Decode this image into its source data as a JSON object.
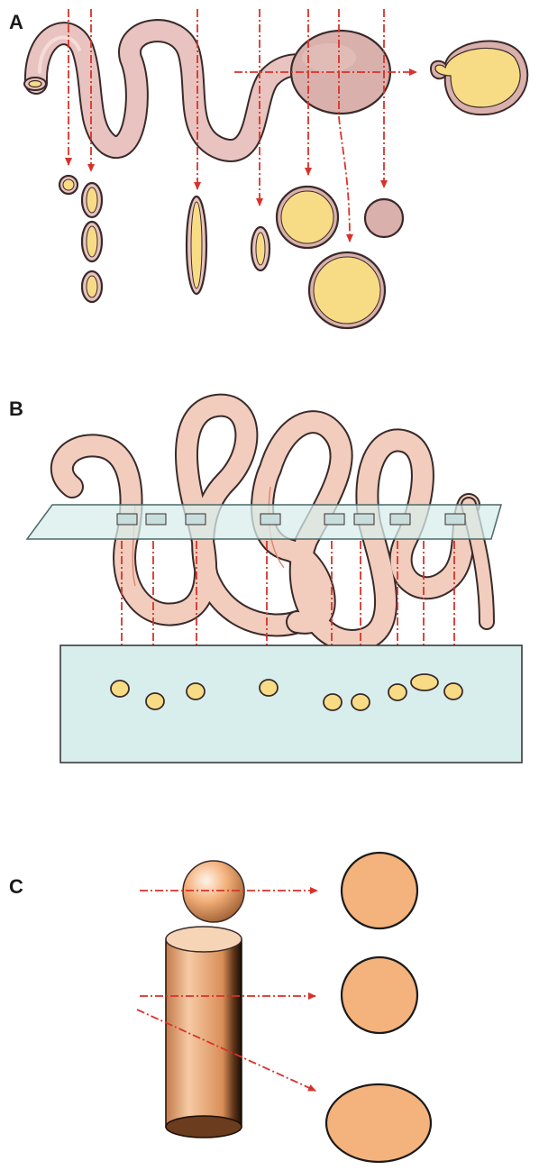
{
  "panels": {
    "a": {
      "label": "A"
    },
    "b": {
      "label": "B"
    },
    "c": {
      "label": "C"
    }
  },
  "colors": {
    "tube": "#e8c3bf",
    "tube_outline": "#3a2a2a",
    "lumen": "#f8dc85",
    "arrow": "#d8322b",
    "glass": "#d8eeec",
    "solid": "#f4b27c"
  }
}
